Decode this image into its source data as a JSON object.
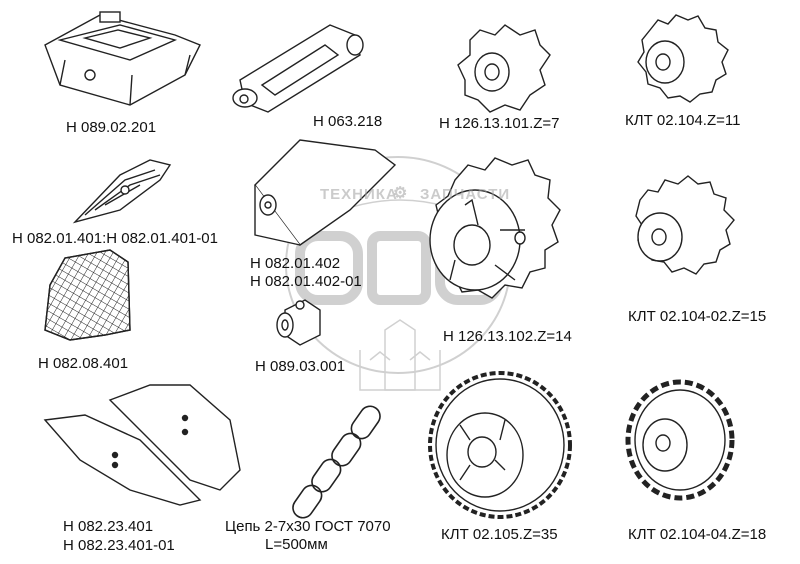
{
  "watermark": {
    "line1_left": "ТЕХНИКА",
    "line1_right": "ЗАПЧАСТИ",
    "big": "ЭПС",
    "gear_icon": "gear-icon"
  },
  "parts": [
    {
      "id": "p1",
      "label": "Н 089.02.201"
    },
    {
      "id": "p2",
      "label": "Н 063.218"
    },
    {
      "id": "p3",
      "label": "Н 126.13.101.Z=7"
    },
    {
      "id": "p4",
      "label": "КЛТ 02.104.Z=11"
    },
    {
      "id": "p5",
      "label": "Н 082.01.401:Н 082.01.401-01"
    },
    {
      "id": "p6",
      "label_lines": [
        "Н 082.01.402",
        "Н 082.01.402-01"
      ]
    },
    {
      "id": "p7",
      "label": "КЛТ 02.104-02.Z=15"
    },
    {
      "id": "p8",
      "label": "Н 126.13.102.Z=14"
    },
    {
      "id": "p9",
      "label": "Н 082.08.401"
    },
    {
      "id": "p10",
      "label": "Н 089.03.001"
    },
    {
      "id": "p11",
      "label_lines": [
        "Н 082.23.401",
        "Н 082.23.401-01"
      ]
    },
    {
      "id": "p12",
      "label_lines": [
        "Цепь 2-7х30 ГОСТ 7070",
        "L=500мм"
      ]
    },
    {
      "id": "p13",
      "label": "КЛТ 02.105.Z=35"
    },
    {
      "id": "p14",
      "label": "КЛТ 02.104-04.Z=18"
    }
  ]
}
